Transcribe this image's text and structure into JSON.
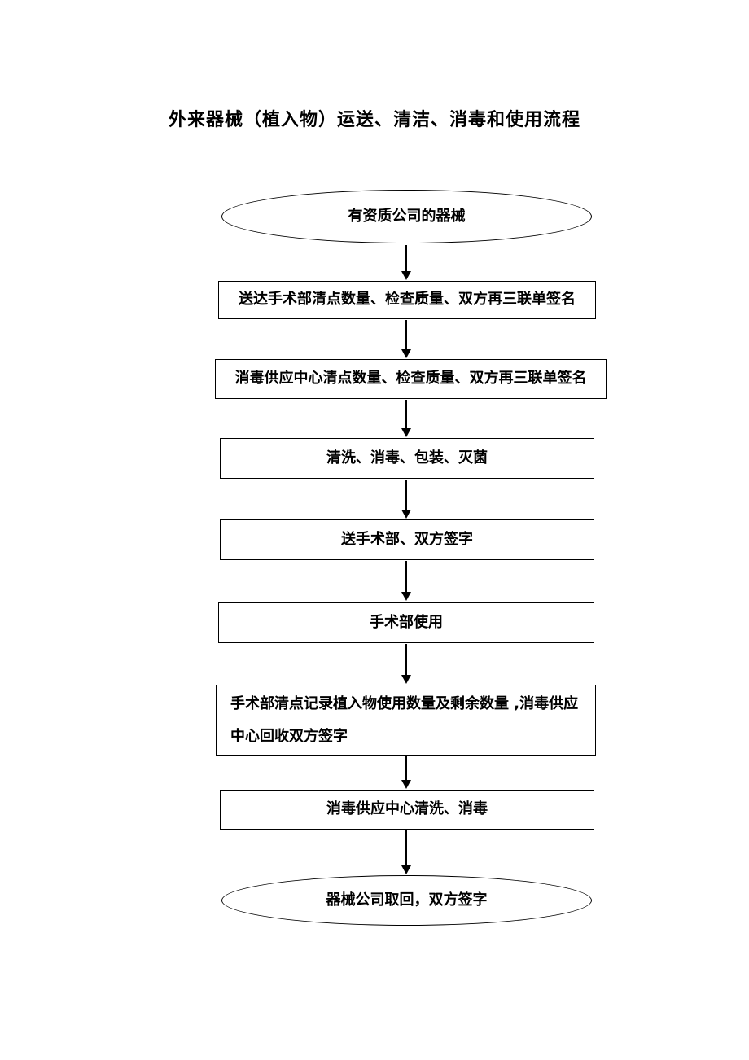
{
  "colors": {
    "ink": "#000000",
    "background": "#ffffff"
  },
  "document": {
    "title": "外来器械（植入物）运送、清洁、消毒和使用流程"
  },
  "flowchart": {
    "nodes": [
      {
        "shape": "ellipse",
        "label": "有资质公司的器械"
      },
      {
        "shape": "rect",
        "label": "送达手术部清点数量、检查质量、双方再三联单签名"
      },
      {
        "shape": "rect",
        "label": "消毒供应中心清点数量、检查质量、双方再三联单签名"
      },
      {
        "shape": "rect",
        "label": "清洗、消毒、包装、灭菌"
      },
      {
        "shape": "rect",
        "label": "送手术部、双方签字"
      },
      {
        "shape": "rect",
        "label": "手术部使用"
      },
      {
        "shape": "rect",
        "label": "手术部清点记录植入物使用数量及剩余数量 ,消毒供应中心回收双方签字"
      },
      {
        "shape": "rect",
        "label": "消毒供应中心清洗、消毒"
      },
      {
        "shape": "ellipse",
        "label": "器械公司取回，双方签字"
      }
    ]
  }
}
